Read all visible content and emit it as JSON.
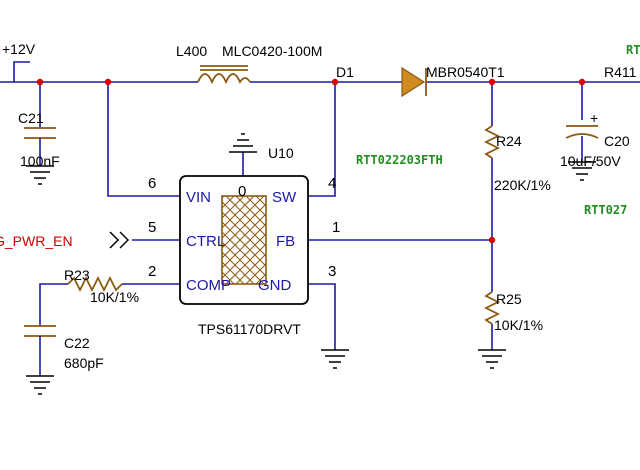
{
  "nets": {
    "supply": "+12V",
    "enable": "G_PWR_EN"
  },
  "components": {
    "l400": {
      "ref": "L400",
      "value": "MLC0420-100M"
    },
    "d1": {
      "ref": "D1",
      "value": "MBR0540T1"
    },
    "r411": {
      "ref": "R411"
    },
    "c21": {
      "ref": "C21",
      "value": "100nF"
    },
    "c20": {
      "ref": "C20",
      "value": "10uF/50V",
      "polarity": "+"
    },
    "r24": {
      "ref": "R24",
      "value": "220K/1%",
      "part": "RTT022203FTH"
    },
    "r25": {
      "ref": "R25",
      "value": "10K/1%"
    },
    "r23": {
      "ref": "R23",
      "value": "10K/1%"
    },
    "c22": {
      "ref": "C22",
      "value": "680pF"
    },
    "extra_part": "RTT027",
    "edge_label": "RT",
    "u10": {
      "ref": "U10",
      "value": "TPS61170DRVT",
      "pad_pin": "0",
      "pins": [
        {
          "num": "6",
          "name": "VIN"
        },
        {
          "num": "5",
          "name": "CTRL"
        },
        {
          "num": "2",
          "name": "COMP"
        },
        {
          "num": "4",
          "name": "SW"
        },
        {
          "num": "1",
          "name": "FB"
        },
        {
          "num": "3",
          "name": "GND"
        }
      ]
    }
  },
  "colors": {
    "wire": "#1a1aa6",
    "junction": "#dd0000",
    "component_body": "#8a5a10",
    "net_label": "#cc0000",
    "part_number": "#1f8f1f"
  }
}
